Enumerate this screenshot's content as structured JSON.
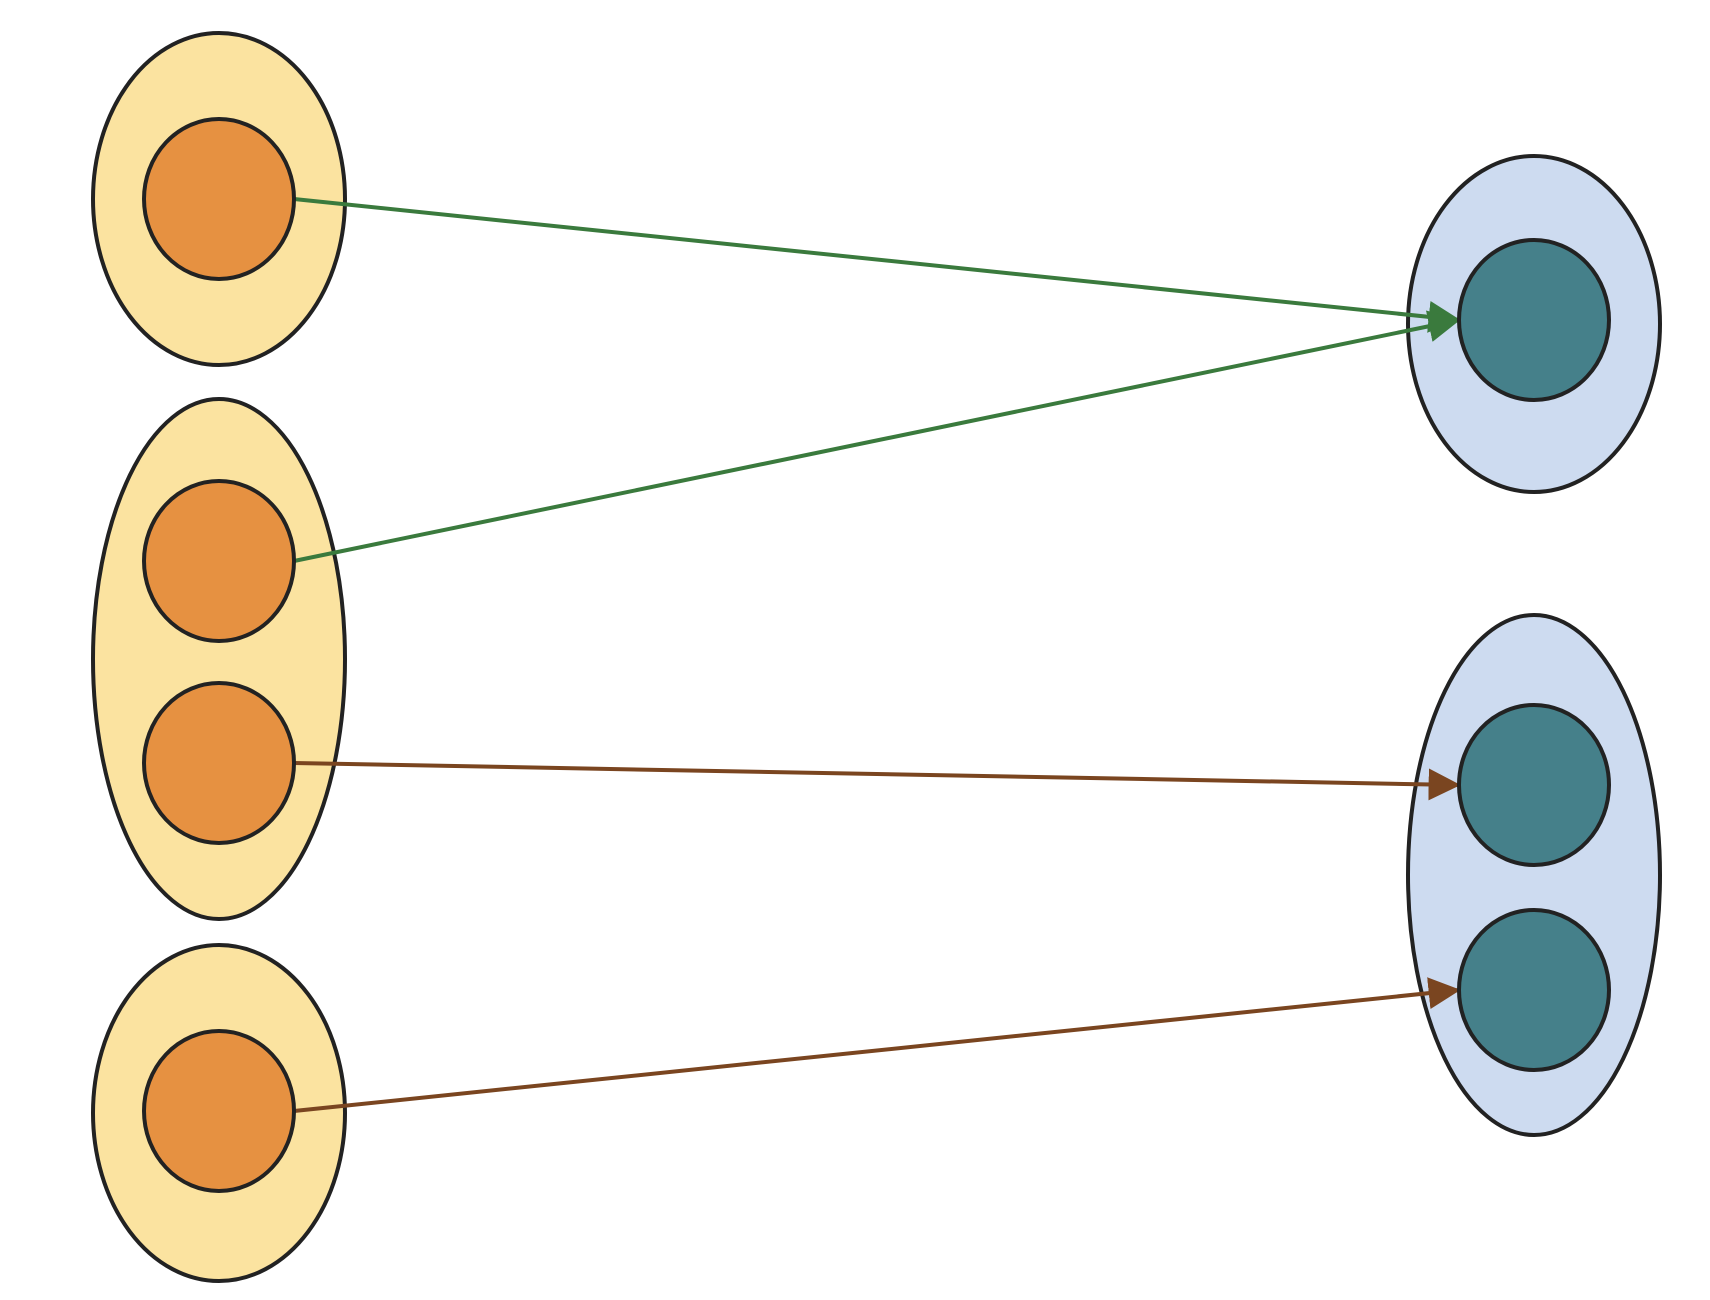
{
  "colors": {
    "outline": "#222222",
    "domain_group_fill": "#fbe3a0",
    "domain_element_fill": "#e69141",
    "codomain_group_fill": "#cddbf0",
    "codomain_element_fill": "#45808a",
    "edge_green": "#3a7a3d",
    "edge_brown": "#7a4520"
  },
  "domain_groups": [
    {
      "id": "d1",
      "elements": [
        "a1"
      ]
    },
    {
      "id": "d2",
      "elements": [
        "a2",
        "a3"
      ]
    },
    {
      "id": "d3",
      "elements": [
        "a4"
      ]
    }
  ],
  "codomain_groups": [
    {
      "id": "c1",
      "elements": [
        "b1"
      ]
    },
    {
      "id": "c2",
      "elements": [
        "b2",
        "b3"
      ]
    }
  ],
  "edges": [
    {
      "from": "a1",
      "to": "b1",
      "color": "#3a7a3d"
    },
    {
      "from": "a2",
      "to": "b1",
      "color": "#3a7a3d"
    },
    {
      "from": "a3",
      "to": "b2",
      "color": "#7a4520"
    },
    {
      "from": "a4",
      "to": "b3",
      "color": "#7a4520"
    }
  ]
}
